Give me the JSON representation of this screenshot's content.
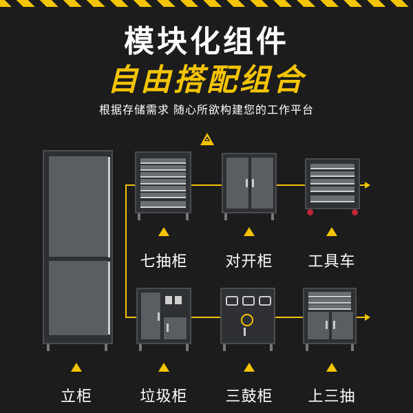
{
  "title_line1": "模块化组件",
  "title_line2": "自由搭配组合",
  "subtitle": "根据存储需求 随心所欲构建您的工作平台",
  "cabinets": {
    "tall": "立柜",
    "seven_drawer": "七抽柜",
    "double_door": "对开柜",
    "tool_cart": "工具车",
    "trash": "垃圾柜",
    "three_drum": "三鼓柜",
    "top_three_drawer": "上三抽"
  },
  "colors": {
    "accent": "#f5c400",
    "background": "#1c1c1c",
    "cabinet": "#2e3033"
  },
  "icons": [
    "warning-triangle-icon",
    "up-triangle-icon",
    "arrow-right-icon"
  ]
}
